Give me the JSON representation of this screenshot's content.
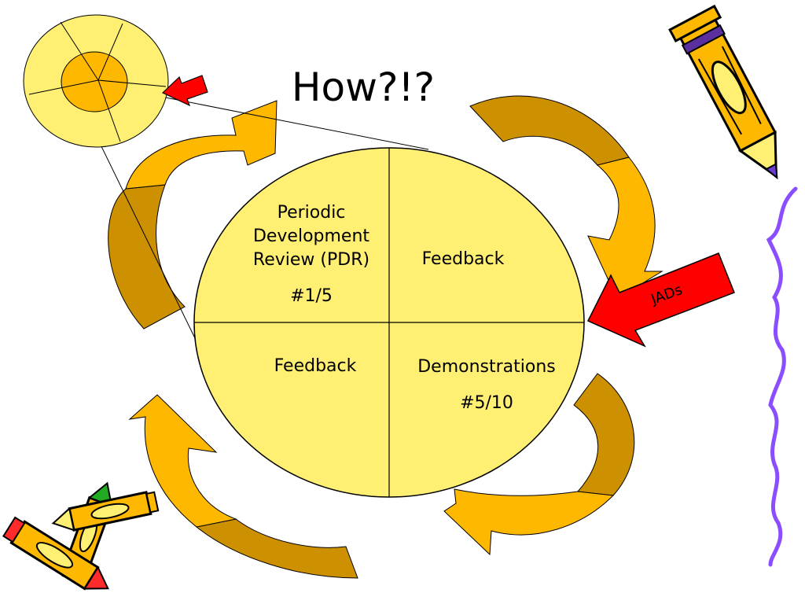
{
  "title": "How?!?",
  "cycle": {
    "top_left": {
      "lines": [
        "Periodic",
        "Development",
        "Review (PDR)"
      ],
      "number": "#1/5"
    },
    "top_right": "Feedback",
    "bottom_left": "Feedback",
    "bottom_right": {
      "label": "Demonstrations",
      "number": "#5/10"
    }
  },
  "callout_label": "JADs",
  "colors": {
    "circle_fill": "#ffef73",
    "arrow_light": "#ffb800",
    "arrow_dark": "#cc9000",
    "red_arrow": "#ff0000",
    "purple_line": "#8a4dff",
    "outline": "#000000"
  },
  "icons": [
    "pencil-icon",
    "crayons-icon",
    "squiggle-line-icon",
    "red-arrow-icon"
  ]
}
